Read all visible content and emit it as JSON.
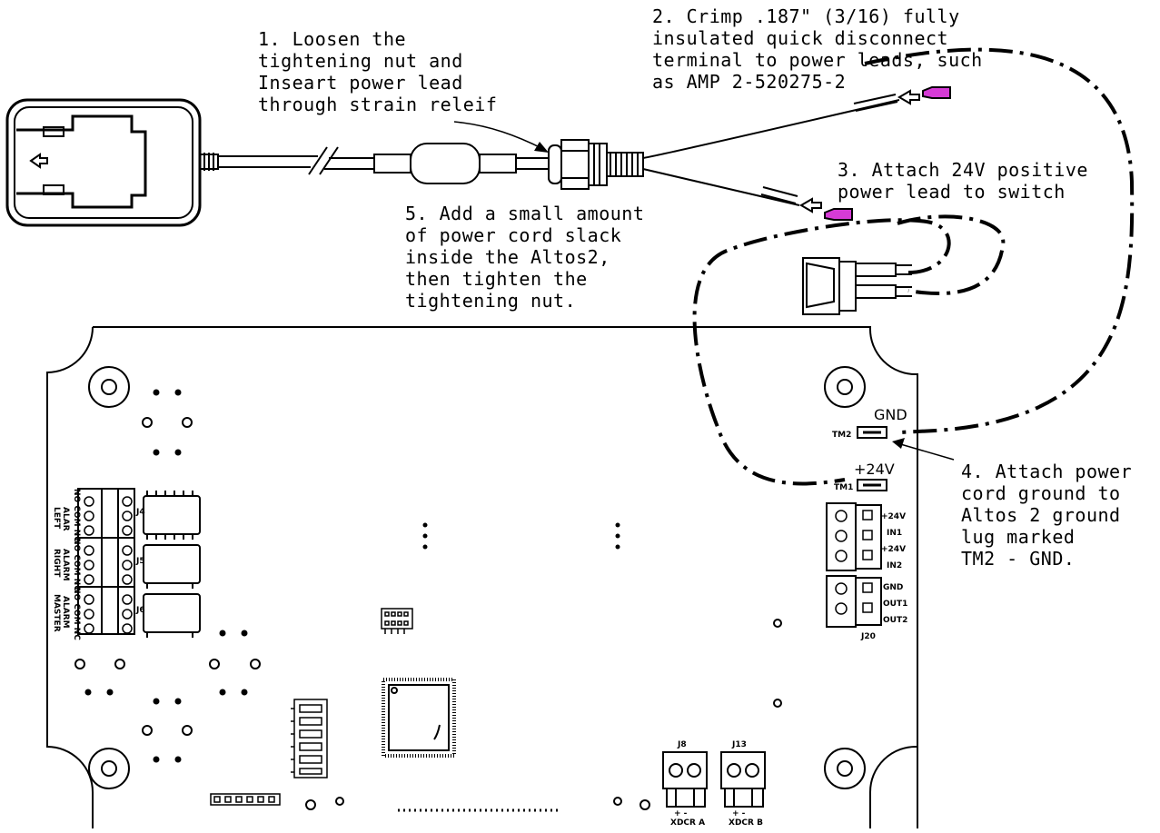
{
  "steps": {
    "s1": [
      "1.  Loosen the",
      "tightening nut and",
      "Inseart power lead",
      "through strain releif"
    ],
    "s2": [
      "2.  Crimp .187\" (3/16) fully",
      "insulated quick disconnect",
      "terminal to power leads, such",
      "as AMP 2-520275-2"
    ],
    "s3": [
      "3.  Attach 24V positive",
      "power lead to switch"
    ],
    "s4": [
      "4. Attach power",
      "cord ground to",
      "Altos 2 ground",
      "lug marked",
      "TM2 - GND."
    ],
    "s5": [
      "5.  Add a small amount",
      "of power cord slack",
      "inside the Altos2,",
      "then tighten the",
      "tightening nut."
    ]
  },
  "board": {
    "gnd": "GND",
    "tm2": "TM2",
    "plus24": "+24V",
    "tm1": "TM1",
    "j20_pins": [
      "+24V",
      "IN1",
      "+24V",
      "IN2",
      "GND",
      "OUT1",
      "OUT2"
    ],
    "j20": "J20",
    "j4": "J4",
    "j5": "J5",
    "j6": "J6",
    "relay_pins": "NO COM NC",
    "alarm_left": [
      "ALAR",
      "LEFT"
    ],
    "alarm_right": [
      "ALARM",
      "RIGHT"
    ],
    "alarm_master": [
      "ALARM",
      "MASTER"
    ],
    "j8": "J8",
    "j13": "J13",
    "xdcra": "XDCR A",
    "xdcrb": "XDCR B",
    "plusminus": "+  -"
  },
  "colors": {
    "terminal": "#d63bd6",
    "ink": "#000000"
  }
}
